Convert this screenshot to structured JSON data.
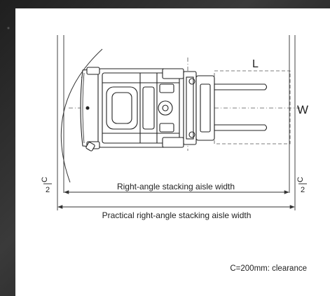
{
  "diagram": {
    "label_L": "L",
    "label_W": "W",
    "frac_num": "C",
    "frac_den": "2",
    "inner_width_label": "Right-angle stacking aisle width",
    "outer_width_label": "Practical right-angle stacking aisle width",
    "clearance_note": "C=200mm: clearance"
  }
}
